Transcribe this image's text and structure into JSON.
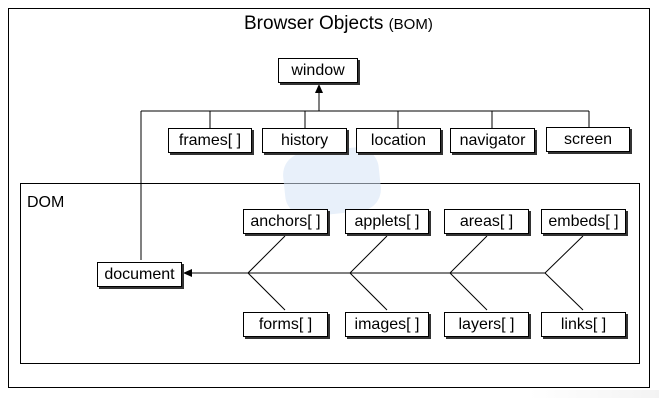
{
  "title": "Browser Objects",
  "title_suffix": "(BOM)",
  "dom_label": "DOM",
  "window": "window",
  "bom_children": [
    "frames[ ]",
    "history",
    "location",
    "navigator",
    "screen"
  ],
  "document": "document",
  "dom_top_children": [
    "anchors[ ]",
    "applets[ ]",
    "areas[ ]",
    "embeds[ ]"
  ],
  "dom_bottom_children": [
    "forms[ ]",
    "images[ ]",
    "layers[ ]",
    "links[ ]"
  ],
  "colors": {
    "line": "#000000",
    "box_shadow": "#333333",
    "watermark": "#d6e4f6"
  }
}
